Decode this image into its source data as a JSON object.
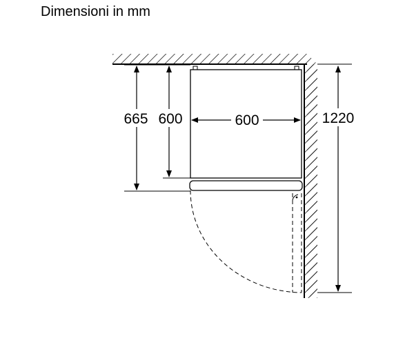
{
  "title": "Dimensioni in mm",
  "dimensions": {
    "depth_with_door": "665",
    "depth_body": "600",
    "width": "600",
    "door_clearance": "1220"
  },
  "colors": {
    "line": "#000000",
    "background": "#ffffff"
  }
}
